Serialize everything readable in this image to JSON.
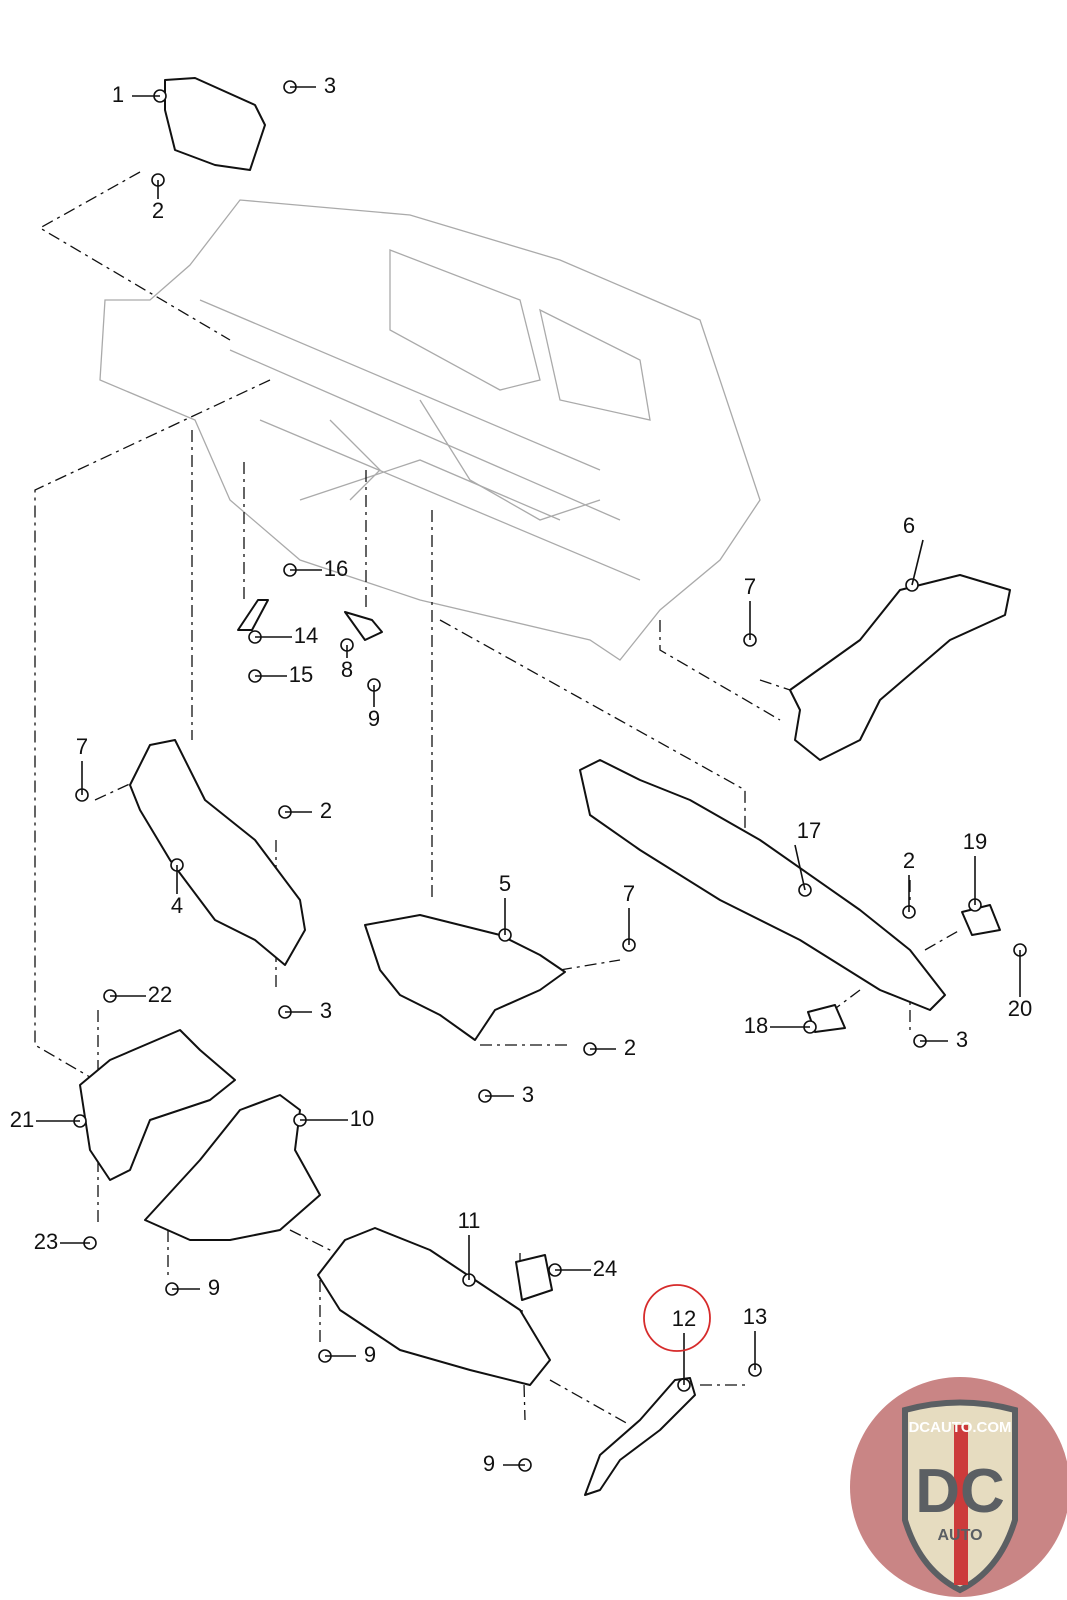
{
  "callouts": [
    "1",
    "3",
    "2",
    "16",
    "14",
    "15",
    "8",
    "9",
    "7",
    "6",
    "7",
    "2",
    "4",
    "5",
    "7",
    "17",
    "2",
    "19",
    "20",
    "18",
    "3",
    "3",
    "2",
    "3",
    "22",
    "21",
    "10",
    "23",
    "9",
    "11",
    "24",
    "12",
    "13",
    "9",
    "9"
  ],
  "highlighted_callout": "12",
  "highlight_color": "#d62b2b",
  "logo": {
    "top_text": "DCAUTO.COM",
    "main_text": "DC",
    "sub_text": "AUTO",
    "background_color": "#c98585",
    "shield_color": "#e6dcc0",
    "letter_color": "#5b5f63",
    "stripe_color": "#cc3b3b"
  }
}
